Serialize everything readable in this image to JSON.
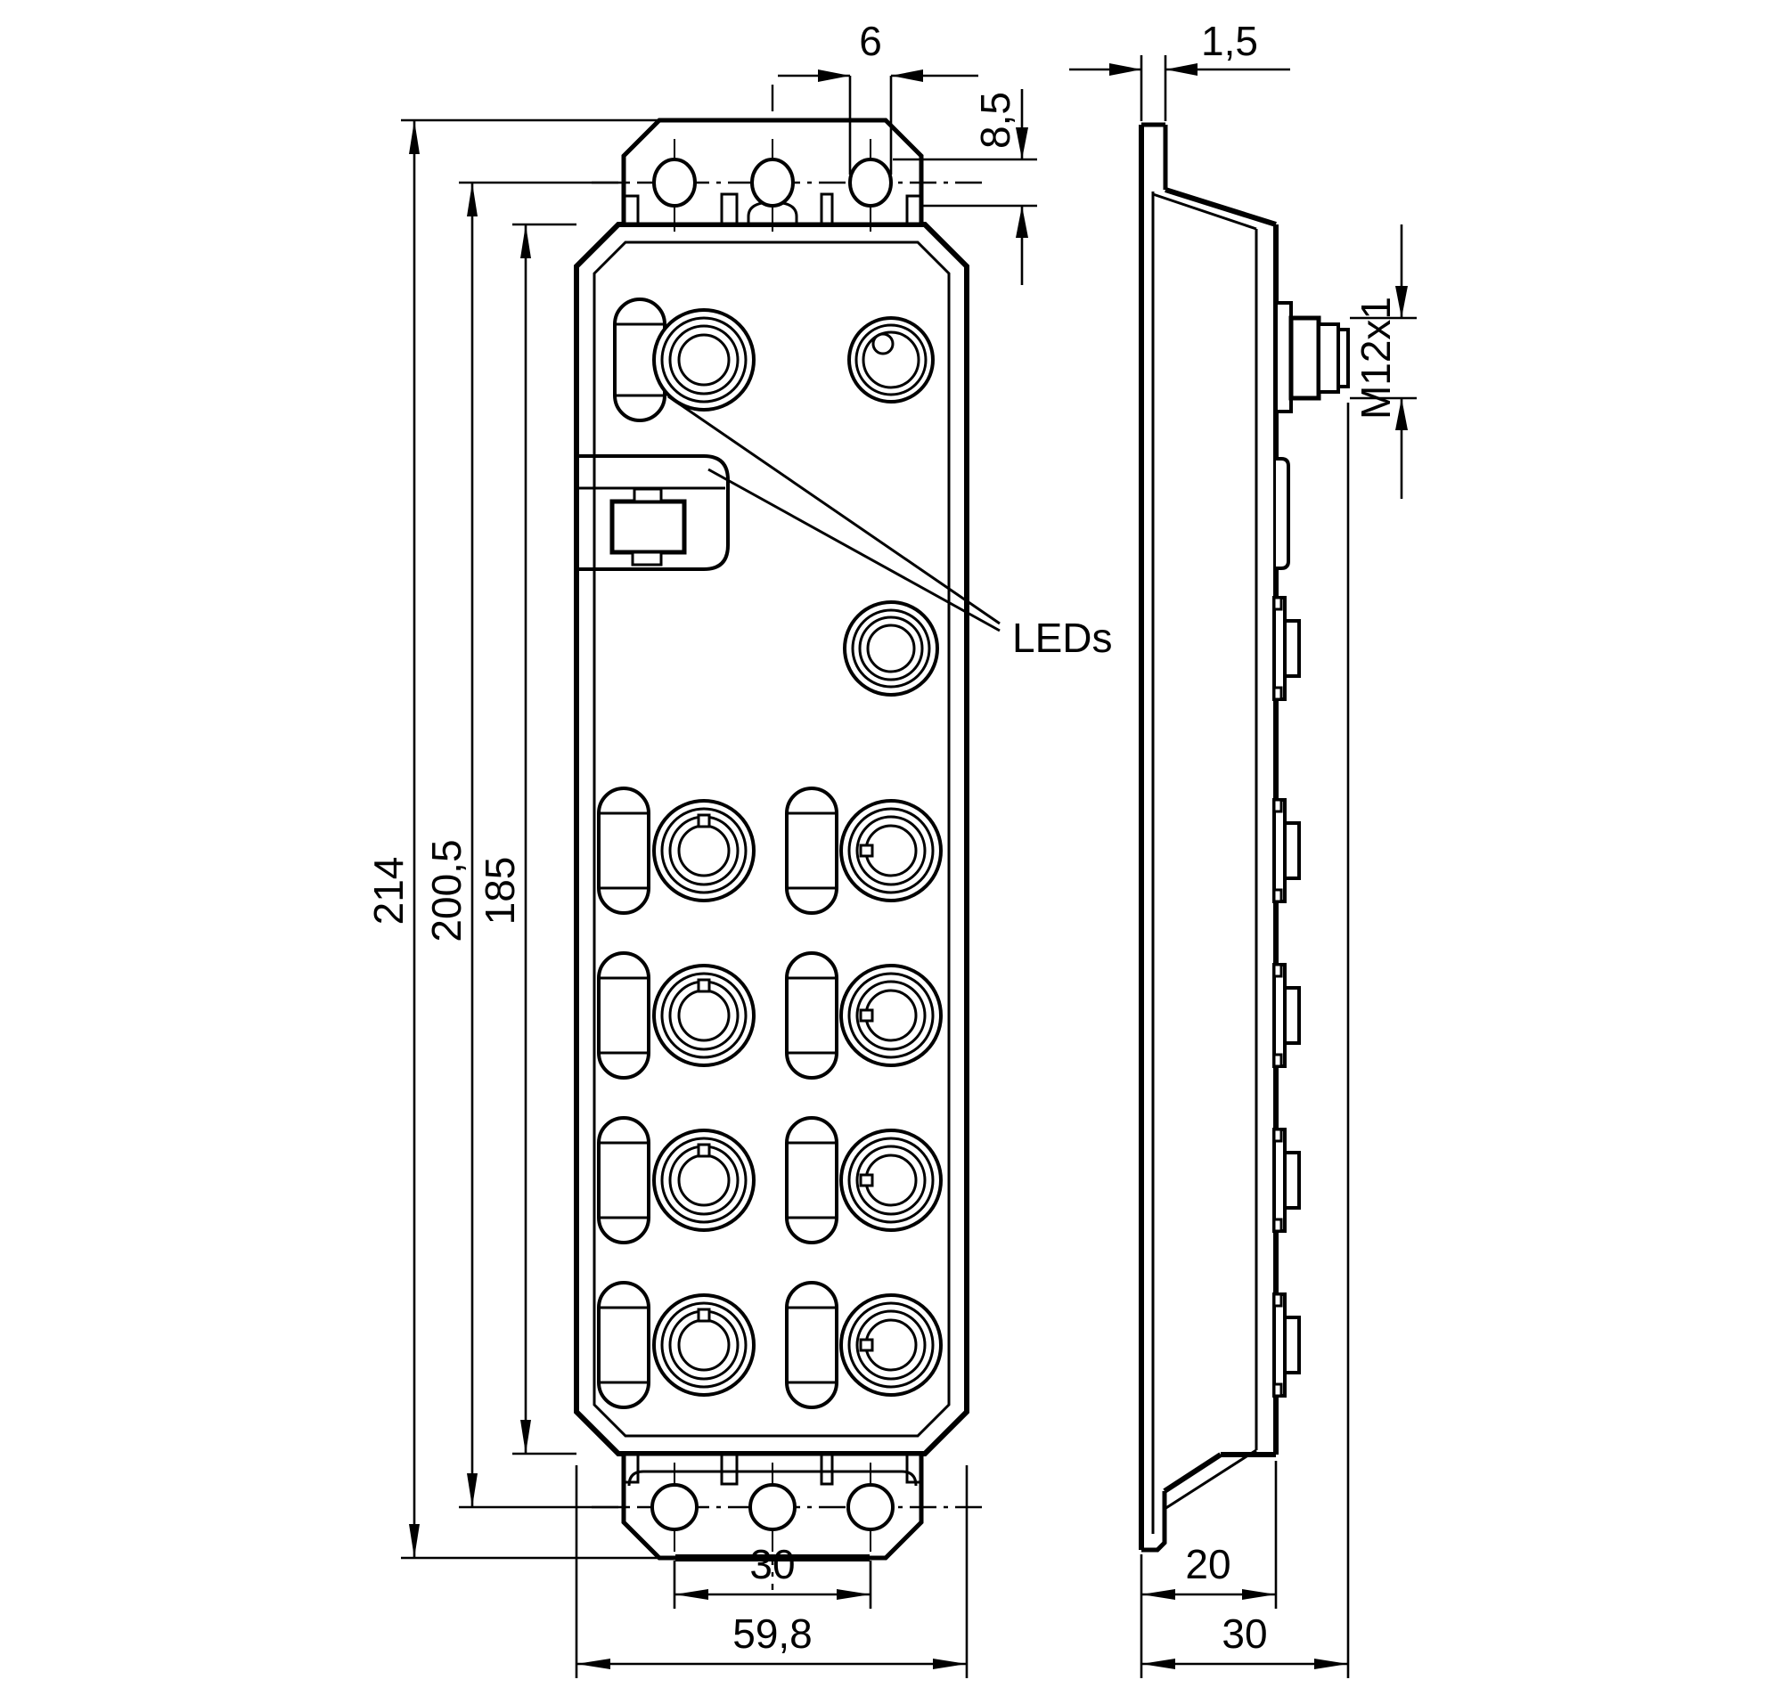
{
  "drawing": {
    "type": "technical-dimension-drawing",
    "views": [
      "front",
      "side"
    ],
    "labels": {
      "leds": "LEDs"
    },
    "dimensions": {
      "front": {
        "overall_height": "214",
        "mounting_hole_span_height": "200,5",
        "body_height": "185",
        "slot_width": "6",
        "slot_height": "8,5",
        "mounting_hole_spacing": "30",
        "overall_width": "59,8"
      },
      "side": {
        "flange_thickness": "1,5",
        "connector_thread": "M12x1",
        "body_depth": "20",
        "overall_depth": "30"
      }
    },
    "colors": {
      "line": "#000000",
      "background": "#ffffff"
    }
  }
}
